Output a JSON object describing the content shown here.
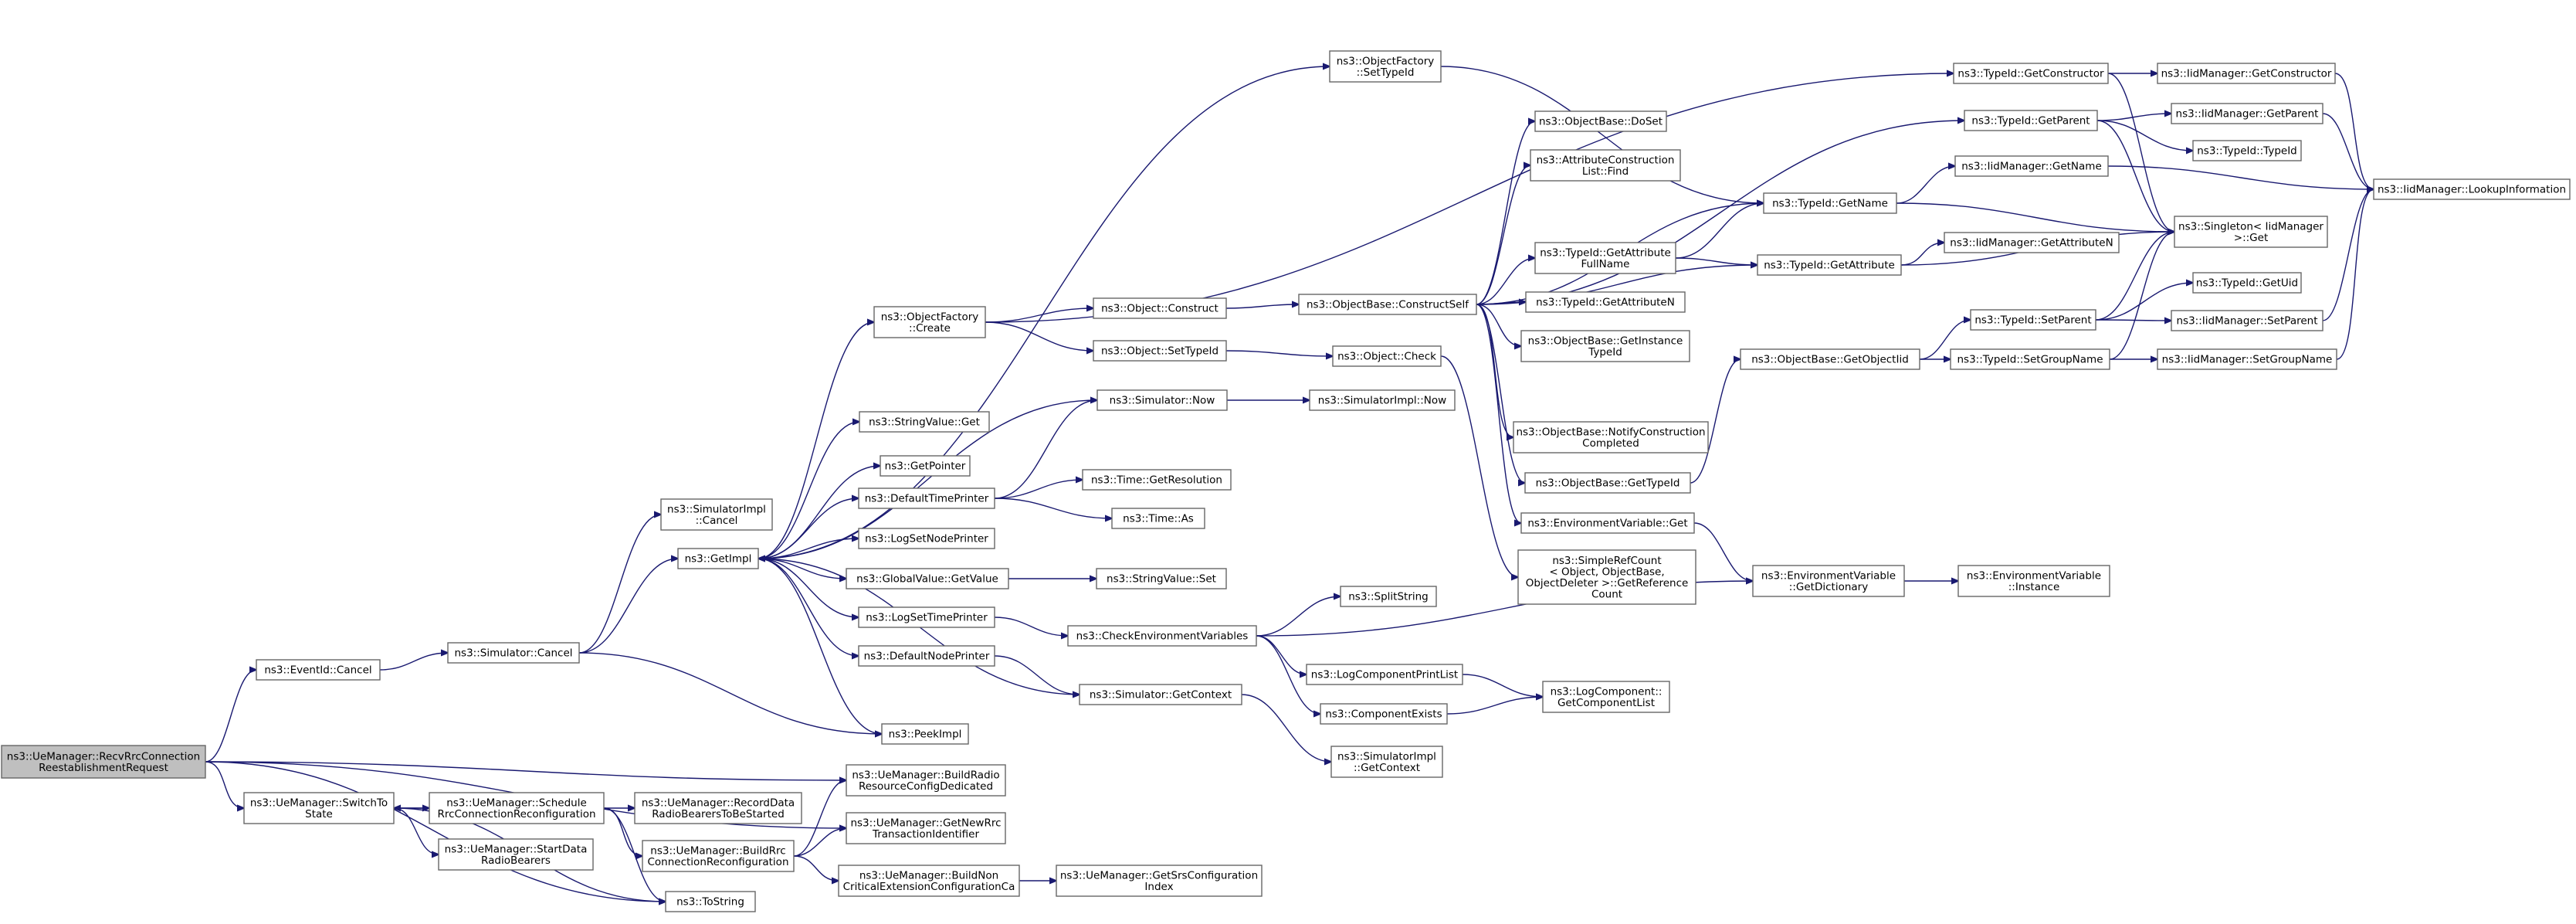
{
  "colors": {
    "edge": "#191970",
    "node_border": "#666666",
    "root_fill": "#bfbfbf",
    "node_fill": "#ffffff"
  },
  "nodes": [
    {
      "id": "root",
      "lines": [
        "ns3::UeManager::RecvRrcConnection",
        "ReestablishmentRequest"
      ],
      "root": true
    },
    {
      "id": "eventid_cancel",
      "lines": [
        "ns3::EventId::Cancel"
      ]
    },
    {
      "id": "sim_cancel",
      "lines": [
        "ns3::Simulator::Cancel"
      ]
    },
    {
      "id": "simimpl_cancel",
      "lines": [
        "ns3::SimulatorImpl",
        "::Cancel"
      ]
    },
    {
      "id": "getimpl",
      "lines": [
        "ns3::GetImpl"
      ]
    },
    {
      "id": "peekimpl",
      "lines": [
        "ns3::PeekImpl"
      ]
    },
    {
      "id": "objfactory_create",
      "lines": [
        "ns3::ObjectFactory",
        "::Create"
      ]
    },
    {
      "id": "stringvalue_get",
      "lines": [
        "ns3::StringValue::Get"
      ]
    },
    {
      "id": "getpointer",
      "lines": [
        "ns3::GetPointer"
      ]
    },
    {
      "id": "default_time_printer",
      "lines": [
        "ns3::DefaultTimePrinter"
      ]
    },
    {
      "id": "log_set_node_printer",
      "lines": [
        "ns3::LogSetNodePrinter"
      ]
    },
    {
      "id": "globalvalue_getvalue",
      "lines": [
        "ns3::GlobalValue::GetValue"
      ]
    },
    {
      "id": "log_set_time_printer",
      "lines": [
        "ns3::LogSetTimePrinter"
      ]
    },
    {
      "id": "default_node_printer",
      "lines": [
        "ns3::DefaultNodePrinter"
      ]
    },
    {
      "id": "objfactory_settypeid",
      "lines": [
        "ns3::ObjectFactory",
        "::SetTypeId"
      ]
    },
    {
      "id": "object_construct",
      "lines": [
        "ns3::Object::Construct"
      ]
    },
    {
      "id": "object_settypeid",
      "lines": [
        "ns3::Object::SetTypeId"
      ]
    },
    {
      "id": "sim_now",
      "lines": [
        "ns3::Simulator::Now"
      ]
    },
    {
      "id": "time_getresolution",
      "lines": [
        "ns3::Time::GetResolution"
      ]
    },
    {
      "id": "time_as",
      "lines": [
        "ns3::Time::As"
      ]
    },
    {
      "id": "stringvalue_set",
      "lines": [
        "ns3::StringValue::Set"
      ]
    },
    {
      "id": "check_env_vars",
      "lines": [
        "ns3::CheckEnvironmentVariables"
      ]
    },
    {
      "id": "sim_getcontext",
      "lines": [
        "ns3::Simulator::GetContext"
      ]
    },
    {
      "id": "simimpl_now",
      "lines": [
        "ns3::SimulatorImpl::Now"
      ]
    },
    {
      "id": "objbase_constructself",
      "lines": [
        "ns3::ObjectBase::ConstructSelf"
      ]
    },
    {
      "id": "object_check",
      "lines": [
        "ns3::Object::Check"
      ]
    },
    {
      "id": "split_string",
      "lines": [
        "ns3::SplitString"
      ]
    },
    {
      "id": "logcomp_printlist",
      "lines": [
        "ns3::LogComponentPrintList"
      ]
    },
    {
      "id": "component_exists",
      "lines": [
        "ns3::ComponentExists"
      ]
    },
    {
      "id": "simimpl_getcontext",
      "lines": [
        "ns3::SimulatorImpl",
        "::GetContext"
      ]
    },
    {
      "id": "objbase_doset",
      "lines": [
        "ns3::ObjectBase::DoSet"
      ]
    },
    {
      "id": "attrconstr_find",
      "lines": [
        "ns3::AttributeConstruction",
        "List::Find"
      ]
    },
    {
      "id": "typeid_getattrfullname",
      "lines": [
        "ns3::TypeId::GetAttribute",
        "FullName"
      ]
    },
    {
      "id": "typeid_getattributen",
      "lines": [
        "ns3::TypeId::GetAttributeN"
      ]
    },
    {
      "id": "objbase_getinstancetypeid",
      "lines": [
        "ns3::ObjectBase::GetInstance",
        "TypeId"
      ]
    },
    {
      "id": "objbase_notifyconstr",
      "lines": [
        "ns3::ObjectBase::NotifyConstruction",
        "Completed"
      ]
    },
    {
      "id": "objbase_gettypeid",
      "lines": [
        "ns3::ObjectBase::GetTypeId"
      ]
    },
    {
      "id": "envvar_get",
      "lines": [
        "ns3::EnvironmentVariable::Get"
      ]
    },
    {
      "id": "simplerefcount",
      "lines": [
        "ns3::SimpleRefCount",
        "< Object, ObjectBase,",
        "ObjectDeleter >::GetReference",
        "Count"
      ]
    },
    {
      "id": "logcomp_getlist",
      "lines": [
        "ns3::LogComponent::",
        "GetComponentList"
      ]
    },
    {
      "id": "typeid_getconstructor",
      "lines": [
        "ns3::TypeId::GetConstructor"
      ]
    },
    {
      "id": "typeid_getparent",
      "lines": [
        "ns3::TypeId::GetParent"
      ]
    },
    {
      "id": "typeid_getname",
      "lines": [
        "ns3::TypeId::GetName"
      ]
    },
    {
      "id": "typeid_getattribute",
      "lines": [
        "ns3::TypeId::GetAttribute"
      ]
    },
    {
      "id": "objbase_getobjectiid",
      "lines": [
        "ns3::ObjectBase::GetObjectIid"
      ]
    },
    {
      "id": "envvar_getdictionary",
      "lines": [
        "ns3::EnvironmentVariable",
        "::GetDictionary"
      ]
    },
    {
      "id": "iidmgr_getconstructor",
      "lines": [
        "ns3::IidManager::GetConstructor"
      ]
    },
    {
      "id": "iidmgr_getparent",
      "lines": [
        "ns3::IidManager::GetParent"
      ]
    },
    {
      "id": "typeid_typeid",
      "lines": [
        "ns3::TypeId::TypeId"
      ]
    },
    {
      "id": "iidmgr_getname",
      "lines": [
        "ns3::IidManager::GetName"
      ]
    },
    {
      "id": "singleton_get",
      "lines": [
        "ns3::Singleton< IidManager",
        " >::Get"
      ]
    },
    {
      "id": "iidmgr_getattributen",
      "lines": [
        "ns3::IidManager::GetAttributeN"
      ]
    },
    {
      "id": "typeid_setparent",
      "lines": [
        "ns3::TypeId::SetParent"
      ]
    },
    {
      "id": "typeid_setgroupname",
      "lines": [
        "ns3::TypeId::SetGroupName"
      ]
    },
    {
      "id": "typeid_getuid",
      "lines": [
        "ns3::TypeId::GetUid"
      ]
    },
    {
      "id": "iidmgr_setparent",
      "lines": [
        "ns3::IidManager::SetParent"
      ]
    },
    {
      "id": "iidmgr_setgroupname",
      "lines": [
        "ns3::IidManager::SetGroupName"
      ]
    },
    {
      "id": "envvar_instance",
      "lines": [
        "ns3::EnvironmentVariable",
        "::Instance"
      ]
    },
    {
      "id": "iidmgr_lookupinfo",
      "lines": [
        "ns3::IidManager::LookupInformation"
      ]
    },
    {
      "id": "uemgr_switchto",
      "lines": [
        "ns3::UeManager::SwitchTo",
        "State"
      ]
    },
    {
      "id": "uemgr_schedule",
      "lines": [
        "ns3::UeManager::Schedule",
        "RrcConnectionReconfiguration"
      ]
    },
    {
      "id": "uemgr_startdatarb",
      "lines": [
        "ns3::UeManager::StartData",
        "RadioBearers"
      ]
    },
    {
      "id": "uemgr_recorddatarb",
      "lines": [
        "ns3::UeManager::RecordData",
        "RadioBearersToBeStarted"
      ]
    },
    {
      "id": "uemgr_buildrrcconnreconf",
      "lines": [
        "ns3::UeManager::BuildRrc",
        "ConnectionReconfiguration"
      ]
    },
    {
      "id": "uemgr_buildradiores",
      "lines": [
        "ns3::UeManager::BuildRadio",
        "ResourceConfigDedicated"
      ]
    },
    {
      "id": "uemgr_getnewrrctid",
      "lines": [
        "ns3::UeManager::GetNewRrc",
        "TransactionIdentifier"
      ]
    },
    {
      "id": "uemgr_buildnoncrit",
      "lines": [
        "ns3::UeManager::BuildNon",
        "CriticalExtensionConfigurationCa"
      ]
    },
    {
      "id": "uemgr_getsrsconfidx",
      "lines": [
        "ns3::UeManager::GetSrsConfiguration",
        "Index"
      ]
    },
    {
      "id": "tostring",
      "lines": [
        "ns3::ToString"
      ]
    }
  ]
}
